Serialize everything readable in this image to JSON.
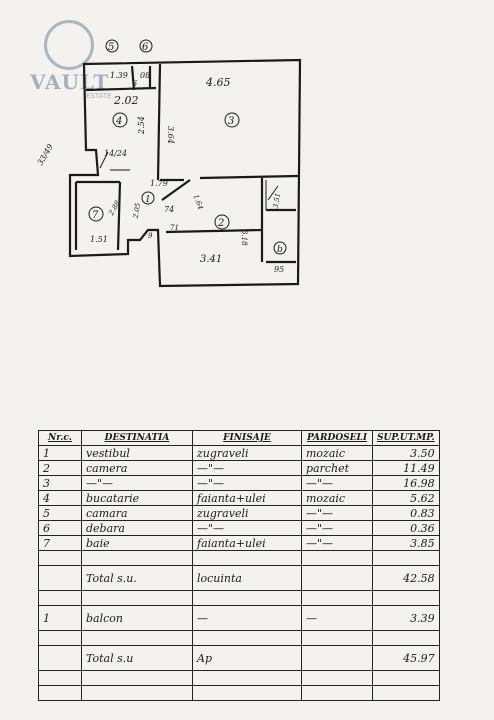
{
  "logo": {
    "text": "VAULT",
    "sub": "ESTATE"
  },
  "plan": {
    "circles": [
      "5",
      "6"
    ],
    "labels": {
      "top_room": "4.65",
      "room3": "3",
      "w139": "1.39",
      "w08": "08",
      "w6": "6",
      "w202": "2.02",
      "room4": "4",
      "h254": "2.54",
      "h364": "3.64",
      "side": "33/49",
      "w14": "14/24",
      "w179": "1.79",
      "room1": "1",
      "room7": "7",
      "h288": "2.88",
      "w151": "1.51",
      "h205": "2.05",
      "h164": "1.64",
      "room2": "2",
      "w341": "3.41",
      "h318": "3.18",
      "h351": "3.51",
      "w95": "95",
      "room_b": "b",
      "n74": "74",
      "n71": "71",
      "n9": "9"
    }
  },
  "table": {
    "headers": [
      "Nr.c.",
      "DESTINATIA",
      "FINISAJE",
      "PARDOSELI",
      "SUP.UT.MP."
    ],
    "rows": [
      [
        "1",
        "vestibul",
        "zugraveli",
        "mozaic",
        "3.50"
      ],
      [
        "2",
        "camera",
        "—\"—",
        "parchet",
        "11.49"
      ],
      [
        "3",
        "—\"—",
        "—\"—",
        "—\"—",
        "16.98"
      ],
      [
        "4",
        "bucatarie",
        "faianta+ulei",
        "mozaic",
        "5.62"
      ],
      [
        "5",
        "camara",
        "zugraveli",
        "—\"—",
        "0.83"
      ],
      [
        "6",
        "debara",
        "—\"—",
        "—\"—",
        "0.36"
      ],
      [
        "7",
        "baie",
        "faianta+ulei",
        "—\"—",
        "3.85"
      ],
      [
        "",
        "",
        "",
        "",
        ""
      ],
      [
        "",
        "Total s.u.",
        "locuinta",
        "",
        "42.58"
      ],
      [
        "",
        "",
        "",
        "",
        ""
      ],
      [
        "1",
        "balcon",
        "—",
        "—",
        "3.39"
      ],
      [
        "",
        "",
        "",
        "",
        ""
      ],
      [
        "",
        "Total s.u",
        "Ap",
        "",
        "45.97"
      ],
      [
        "",
        "",
        "",
        "",
        ""
      ],
      [
        "",
        "",
        "",
        "",
        ""
      ]
    ]
  }
}
